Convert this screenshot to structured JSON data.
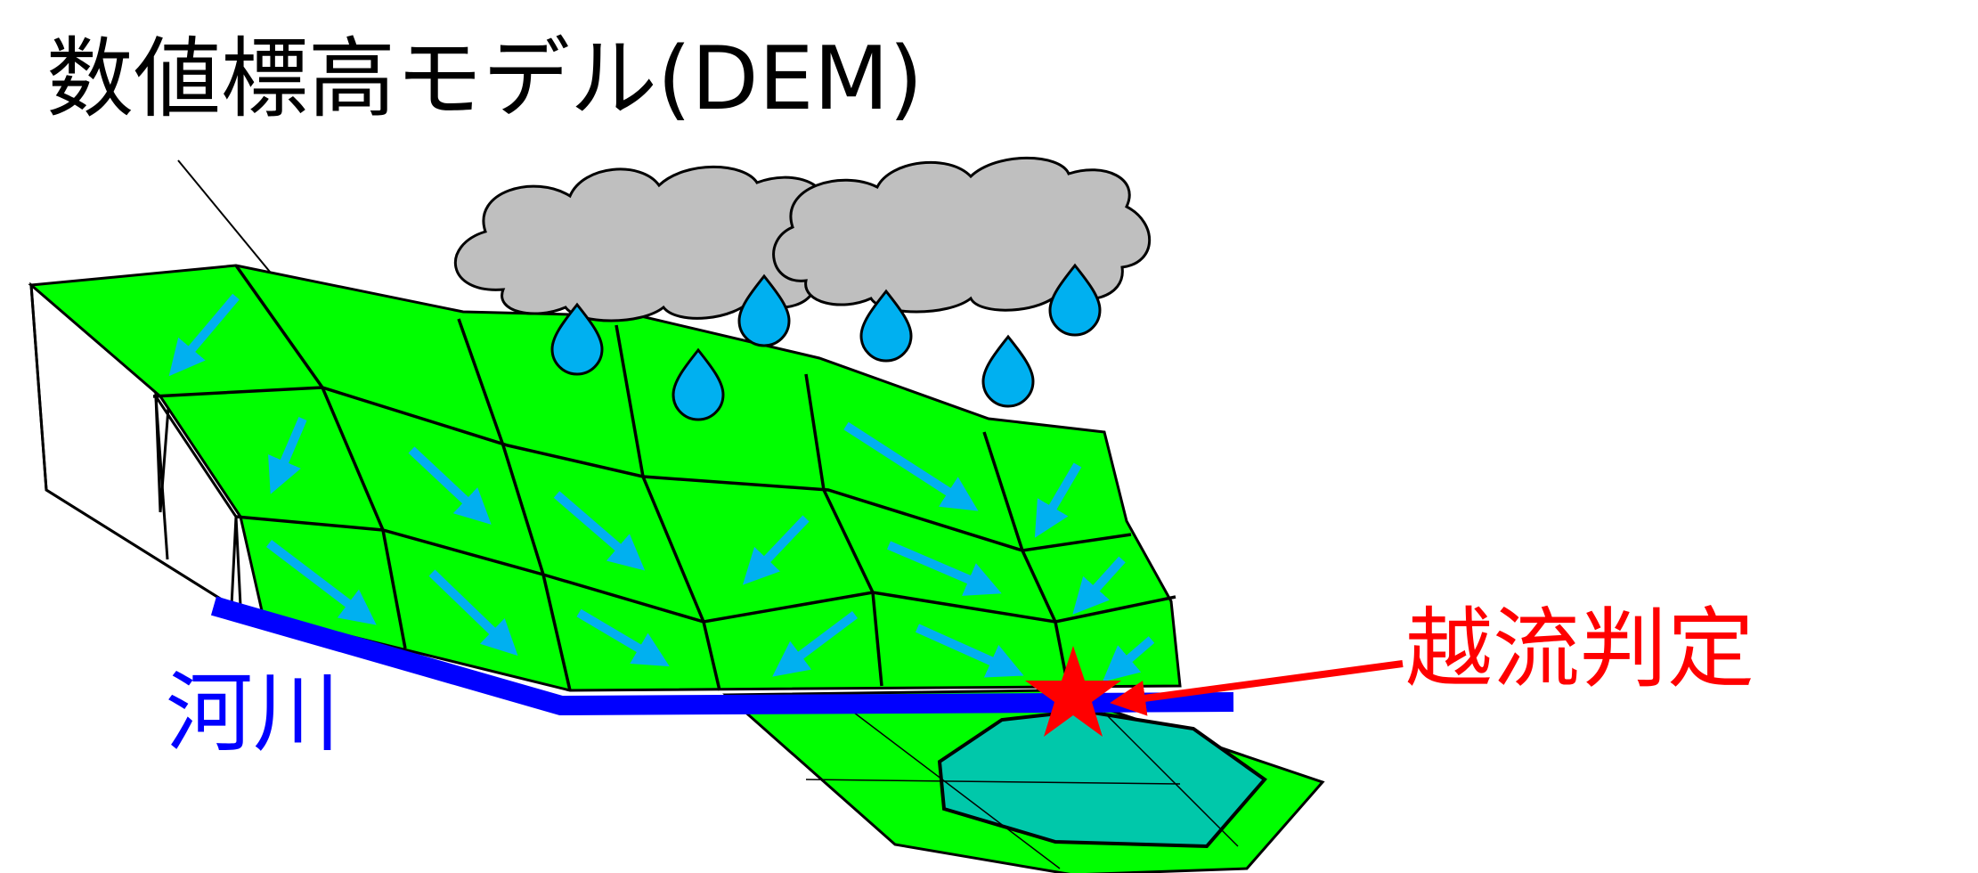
{
  "labels": {
    "title": "数値標高モデル(DEM)",
    "river": "河川",
    "overflow": "越流判定"
  },
  "colors": {
    "terrain": "#00ff00",
    "flow_arrow": "#00b0f0",
    "rain_drop": "#00b0f0",
    "cloud": "#bfbfbf",
    "river": "#0000ff",
    "pond": "#00c8aa",
    "overflow": "#ff0000"
  },
  "icons": {
    "cloud": "cloud-icon",
    "raindrop": "raindrop-icon",
    "flow": "flow-arrow-icon",
    "overflow_point": "star-icon"
  }
}
